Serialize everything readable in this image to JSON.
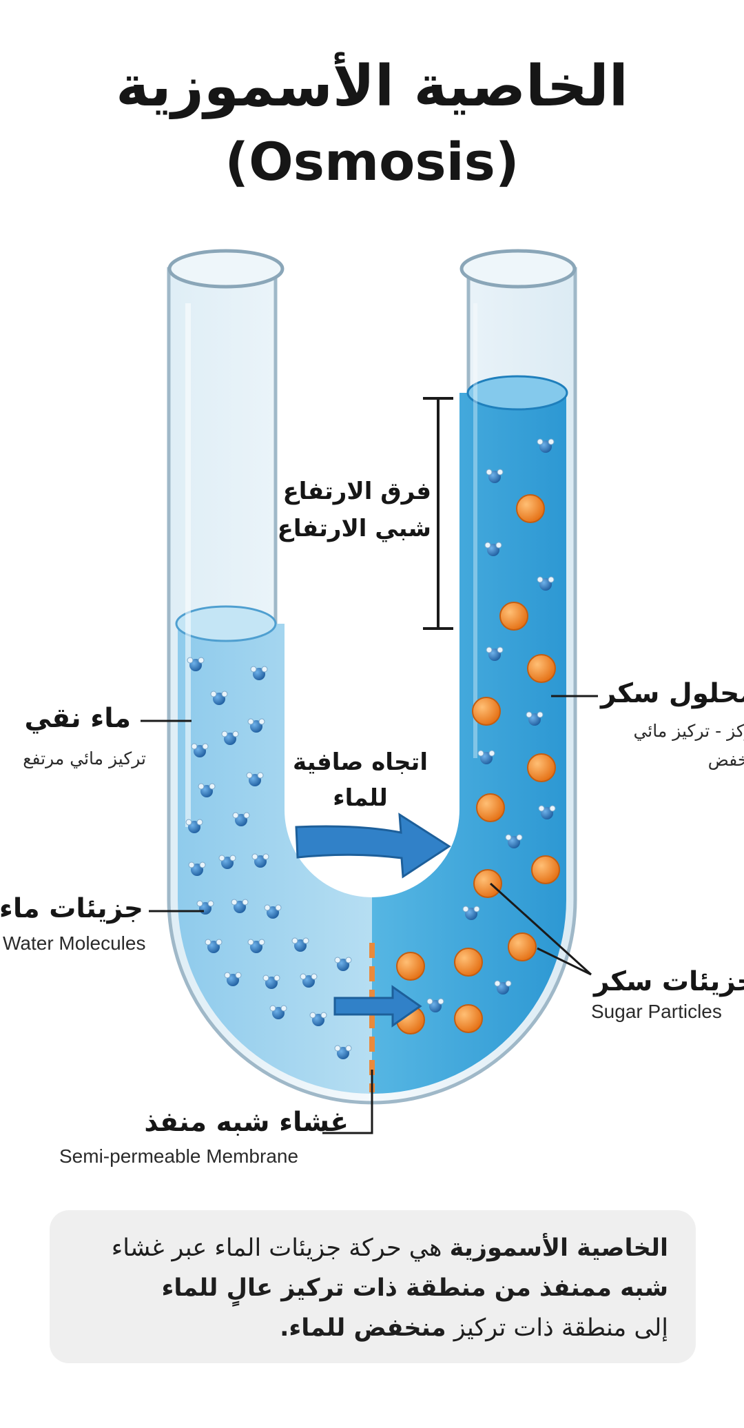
{
  "title_ar": "الخاصية الأسموزية",
  "title_en": "(Osmosis)",
  "labels": {
    "height_difference": [
      "فرق الارتفاع",
      "شبي الارتفاع"
    ],
    "net_flow": [
      "اتجاه صافية",
      "للماء"
    ],
    "pure_water": {
      "title": "ماء نقي",
      "subtitle": "تركيز مائي مرتفع"
    },
    "water_molecules": {
      "title": "جزيئات ماء",
      "subtitle": "Water Molecules"
    },
    "sugar_solution": {
      "title": "محلول سكر",
      "subtitle_lines": [
        "مركز - تركيز مائي",
        "منخفض"
      ]
    },
    "sugar_particles": {
      "title": "جزيئات سكر",
      "subtitle": "Sugar Particles"
    },
    "membrane": {
      "title": "غشاء شبه منفذ",
      "subtitle": "Semi-permeable Membrane"
    }
  },
  "definition": {
    "line1_bold": "الخاصية الأسموزية",
    "line1_rest": " هي حركة جزيئات الماء عبر غشاء",
    "line2_bold": "شبه ممنفذ من منطقة ذات تركيز عالٍ للماء",
    "line3_start": "إلى منطقة ذات تركيز ",
    "line3_bold": "منخفض للماء."
  },
  "colors": {
    "pure_water": "#a5d5ef",
    "sugar_solution": "#3aa6db",
    "water_molecule": "#2e6fb0",
    "sugar_particle": "#f18a2c",
    "arrow": "#2f7fc6",
    "membrane": "#e98a3c"
  }
}
